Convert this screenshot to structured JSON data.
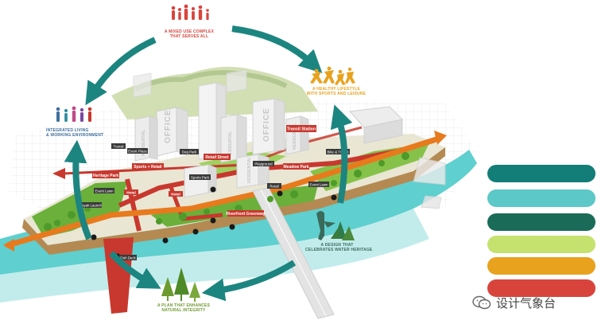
{
  "themes": [
    {
      "id": "mixed-use",
      "line1": "A MIXED USE COMPLEX",
      "line2": "THAT SERVES ALL",
      "color": "#d8443c"
    },
    {
      "id": "healthy-lifestyle",
      "line1": "A HEALTHY LIFESTYLE",
      "line2": "WITH SPORTS AND LEISURE",
      "color": "#e8a21e"
    },
    {
      "id": "water-heritage",
      "line1": "A DESIGN THAT",
      "line2": "CELEBRATES WATER HERITAGE",
      "color": "#3a6a5a"
    },
    {
      "id": "natural-integrity",
      "line1": "A PLAN THAT ENHANCES",
      "line2": "NATURAL INTEGRITY",
      "color": "#6d9a2e"
    },
    {
      "id": "living-working",
      "line1": "INTEGRATED LIVING",
      "line2": "& WORKING ENVIRONMENT",
      "color": "#3f6f9f"
    }
  ],
  "labels": {
    "building_office_left": "OFFICE",
    "building_office_right": "OFFICE",
    "building_residential_1": "RESIDENTIAL",
    "building_residential_2": "RESIDENTIAL",
    "building_residential_3": "RESIDENTIAL",
    "building_residential_4": "RESIDENTIAL",
    "transit_station": "Transit Station",
    "retail_street": "Retail Street",
    "sports_retail": "Sports + Retail",
    "heritage_park": "Heritage Park",
    "meadow_park": "Meadow Park",
    "riverfront_greenway": "Riverfront Greenway",
    "hotel": "Hotel",
    "hotel_2": "Hotel",
    "dog_park": "Dog Park",
    "event_plaza": "Event Plaza",
    "transit": "Transit",
    "bike_transit": "Bike & Transit",
    "playground": "Playground",
    "sports_park": "Sports Park",
    "event_lawn": "Event Lawn",
    "event_lawn_2": "Event Lawn",
    "kayak_launch": "Kayak Launch",
    "fish_deck": "Fish Deck",
    "retail": "Retail"
  },
  "legend_colors": [
    "#137d77",
    "#5cc8c8",
    "#1a6c58",
    "#c5e26e",
    "#e8a21e",
    "#d8443c"
  ],
  "colors": {
    "cycle_arrow": "#1d8580",
    "river": "#5fcfcf",
    "greenway": "#e87a1e",
    "red_path": "#c8382e",
    "park_green": "#6ab03a"
  },
  "watermark": {
    "text": "设计气象台"
  }
}
